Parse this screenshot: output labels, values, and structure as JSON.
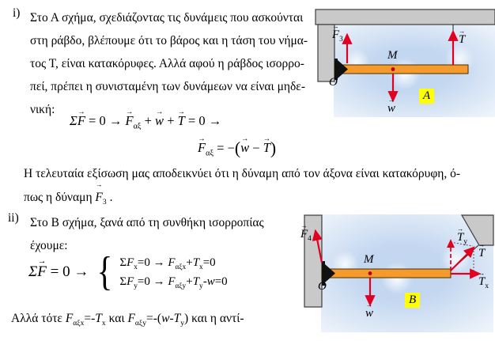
{
  "colors": {
    "arrow_red": "#e00022",
    "rod_orange": "#f59b2d",
    "wall_gray": "#c9c9c9",
    "cloud_blue": "#c3d7f0",
    "highlight_yellow": "#ffff00"
  },
  "body": {
    "item1_marker": "i)",
    "p1_lines": [
      "Στο Α σχήμα, σχεδιάζοντας τις δυνάμεις που ασκούνται",
      "στη ράβδο, βλέπουμε ότι το βάρος και η τάση του νήμα-",
      "τος Τ, είναι κατακόρυφες. Αλλά αφού η ράβδος ισορρο-",
      "πεί, πρέπει η συνισταμένη των δυνάμεων να είναι μηδε-",
      "νική:"
    ],
    "p2_line1": "Η τελευταία εξίσωση  μας αποδεικνύει ότι η δύναμη από τον άξονα είναι κατακόρυφη, ό-",
    "p2_line2": [
      {
        "t": "πως η δύναμη "
      },
      {
        "t": "F",
        "vec": true,
        "sub": "3"
      },
      {
        "t": " ."
      }
    ],
    "item2_marker": "ii)",
    "p3_lines": [
      "Στο Β σχήμα, ξανά από τη συνθήκη ισορροπίας",
      "έχουμε:"
    ],
    "p4_line": [
      {
        "t": "Αλλά τότε "
      },
      {
        "t": "F",
        "it": true,
        "sub": "αξx"
      },
      {
        "t": "=-"
      },
      {
        "t": "T",
        "it": true,
        "sub": "x"
      },
      {
        "t": " και "
      },
      {
        "t": "F",
        "it": true,
        "sub": "αξy"
      },
      {
        "t": "=-("
      },
      {
        "t": "w",
        "it": true
      },
      {
        "t": "-"
      },
      {
        "t": "T",
        "it": true,
        "sub": "y"
      },
      {
        "t": ") και η αντί-"
      }
    ]
  },
  "equations": {
    "eq1": [
      {
        "t": "Σ",
        "it": true
      },
      {
        "t": "F",
        "vec": true
      },
      {
        "t": " = 0 → "
      },
      {
        "t": "F",
        "vec": true,
        "sub": "αξ"
      },
      {
        "t": " + "
      },
      {
        "t": "w",
        "vec": true
      },
      {
        "t": " + "
      },
      {
        "t": "T",
        "vec": true
      },
      {
        "t": " = 0 →"
      }
    ],
    "eq2": [
      {
        "t": "F",
        "vec": true,
        "sub": "αξ"
      },
      {
        "t": " = −"
      },
      {
        "t": "(",
        "big": true
      },
      {
        "t": "w",
        "vec": true
      },
      {
        "t": " − "
      },
      {
        "t": "T",
        "vec": true
      },
      {
        "t": ")",
        "big": true
      }
    ],
    "sys_lhs": [
      {
        "t": "Σ",
        "it": true
      },
      {
        "t": "F",
        "vec": true
      },
      {
        "t": " = 0 →"
      }
    ],
    "brace": "{",
    "sys_line1": [
      {
        "t": "Σ"
      },
      {
        "t": "F",
        "it": true,
        "sub": "x"
      },
      {
        "t": "=0 → "
      },
      {
        "t": "F",
        "it": true,
        "sub": "αξx"
      },
      {
        "t": "+"
      },
      {
        "t": "T",
        "it": true,
        "sub": "x"
      },
      {
        "t": "=0"
      }
    ],
    "sys_line2": [
      {
        "t": "Σ"
      },
      {
        "t": "F",
        "it": true,
        "sub": "y"
      },
      {
        "t": "=0 → "
      },
      {
        "t": "F",
        "it": true,
        "sub": "αξy"
      },
      {
        "t": "+"
      },
      {
        "t": "T",
        "it": true,
        "sub": "y"
      },
      {
        "t": "-"
      },
      {
        "t": "w",
        "it": true
      },
      {
        "t": "=0"
      }
    ]
  },
  "diagramA": {
    "tag": "A",
    "labels": {
      "F3": [
        {
          "t": "F",
          "vec": true,
          "sub": "3"
        }
      ],
      "T": [
        {
          "t": "T",
          "vec": true
        }
      ],
      "M": [
        {
          "t": "M",
          "it": true
        }
      ],
      "O": [
        {
          "t": "O",
          "it": true
        }
      ],
      "w": [
        {
          "t": "w",
          "vec": true
        }
      ]
    }
  },
  "diagramB": {
    "tag": "B",
    "labels": {
      "F4": [
        {
          "t": "F",
          "vec": true,
          "sub": "4"
        }
      ],
      "T": [
        {
          "t": "T",
          "vec": true
        }
      ],
      "Ty": [
        {
          "t": "T",
          "vec": true,
          "sub": "y"
        }
      ],
      "Tx": [
        {
          "t": "T",
          "vec": true,
          "sub": "x"
        }
      ],
      "M": [
        {
          "t": "M",
          "it": true
        }
      ],
      "O": [
        {
          "t": "O",
          "it": true
        }
      ],
      "w": [
        {
          "t": "w",
          "vec": true
        }
      ]
    }
  }
}
